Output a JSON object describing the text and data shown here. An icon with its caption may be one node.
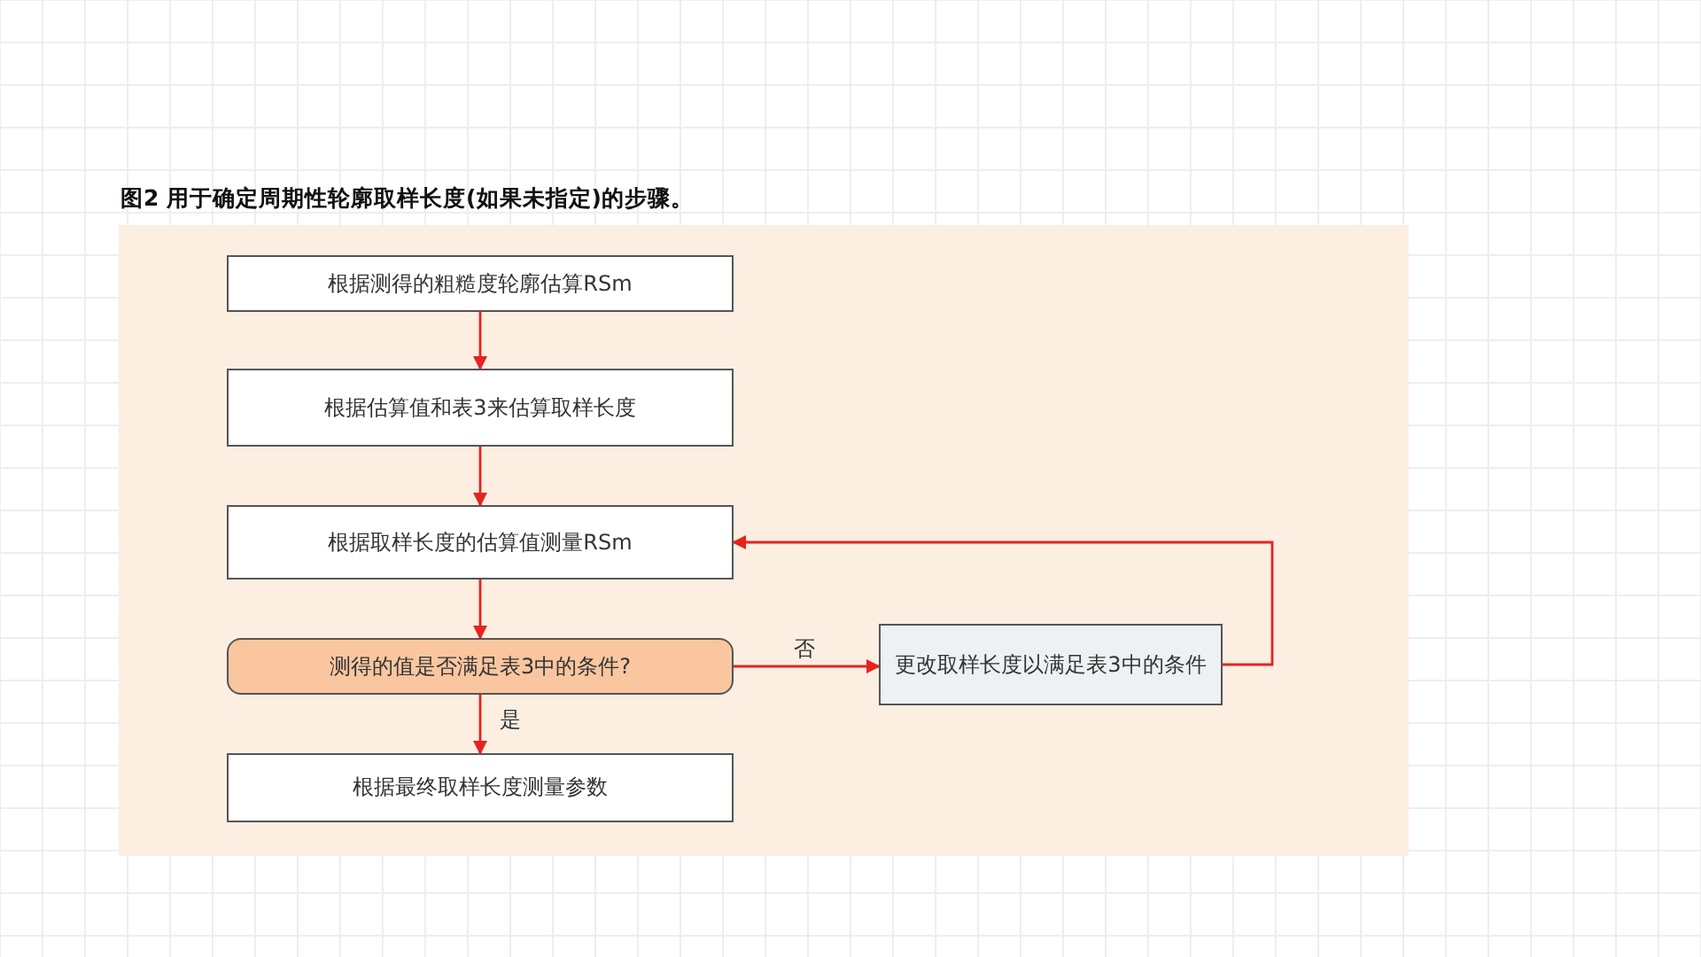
{
  "diagram": {
    "title": "图2 用于确定周期性轮廓取样长度(如果未指定)的步骤。",
    "nodes": [
      {
        "text": [
          "根据测得的粗糙度轮廓估算RSm"
        ]
      },
      {
        "text": [
          "根据估算值和表3来估算取样长度"
        ]
      },
      {
        "text": [
          "根据取样长度的估算值测量RSm"
        ]
      },
      {
        "text": [
          "测得的值是否满足表3中的条件?"
        ]
      },
      {
        "text": [
          "根据最终取样长度测量参数"
        ]
      },
      {
        "text": [
          "更改取样长度以满足表3中的条件"
        ]
      }
    ],
    "edges": [
      {
        "from": 0,
        "to": 1,
        "arrow": "to"
      },
      {
        "from": 1,
        "to": 2,
        "arrow": "to"
      },
      {
        "from": 2,
        "to": 3,
        "arrow": "to"
      },
      {
        "from": 3,
        "to": 4,
        "arrow": "to",
        "label": "是"
      },
      {
        "from": 3,
        "to": 5,
        "arrow": "to",
        "label": "否"
      },
      {
        "from": 5,
        "to": 2,
        "arrow": "to"
      }
    ]
  }
}
